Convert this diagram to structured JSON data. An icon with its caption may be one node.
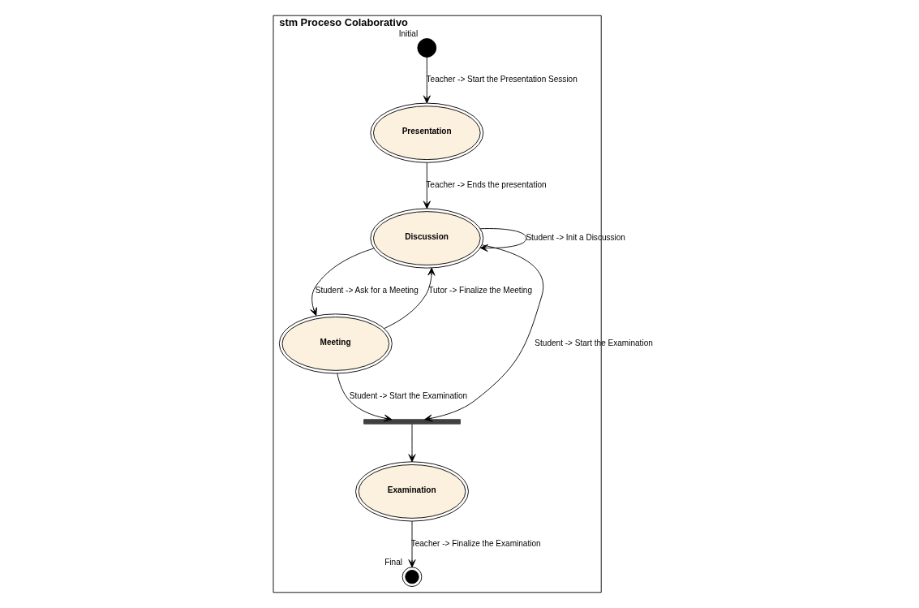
{
  "diagram": {
    "nodes": [
      {
        "text": [
          "stm Proceso Colaborativo"
        ]
      },
      {
        "text": [],
        "shape": "circle",
        "beside": [
          "Initial"
        ],
        "in": 0
      },
      {
        "text": [
          "Presentation"
        ],
        "in": 0
      },
      {
        "text": [
          "Discussion"
        ],
        "in": 0
      },
      {
        "text": [
          "Meeting"
        ],
        "in": 0
      },
      {
        "text": [],
        "shape": "bar",
        "in": 0
      },
      {
        "text": [
          "Examination"
        ],
        "in": 0
      },
      {
        "text": [],
        "shape": "bullseye",
        "beside": [
          "Final"
        ],
        "in": 0
      }
    ],
    "edges": [
      {
        "from": 1,
        "to": 2,
        "arrow": "to",
        "label": "Teacher -> Start the Presentation Session"
      },
      {
        "from": 2,
        "to": 3,
        "arrow": "to",
        "label": "Teacher -> Ends the presentation"
      },
      {
        "from": 3,
        "to": 3,
        "arrow": "to",
        "label": "Student -> Init a Discussion"
      },
      {
        "from": 3,
        "to": 4,
        "arrow": "to",
        "label": "Student -> Ask for a Meeting"
      },
      {
        "from": 4,
        "to": 3,
        "arrow": "to",
        "label": "Tutor -> Finalize the Meeting"
      },
      {
        "from": 3,
        "to": 5,
        "arrow": "to",
        "label": "Student -> Start the Examination"
      },
      {
        "from": 4,
        "to": 5,
        "arrow": "to",
        "label": "Student -> Start the Examination"
      },
      {
        "from": 5,
        "to": 6,
        "arrow": "to"
      },
      {
        "from": 6,
        "to": 7,
        "arrow": "to",
        "label": "Teacher -> Finalize the Examination"
      }
    ]
  }
}
